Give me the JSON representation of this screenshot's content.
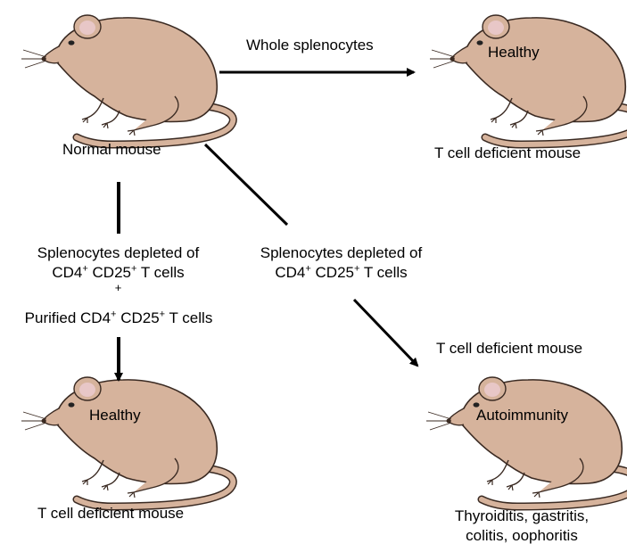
{
  "labels": {
    "normal_mouse": "Normal mouse",
    "whole_splenocytes": "Whole splenocytes",
    "tcell_deficient_top": "T cell deficient mouse",
    "tcell_deficient_bottom_left": "T cell deficient mouse",
    "tcell_deficient_bottom_right": "T cell deficient mouse"
  },
  "left_branch": {
    "line1": "Splenocytes depleted of",
    "line2_prefix": "CD4",
    "line2_mid": " CD25",
    "line2_suffix": " T cells",
    "plus": "+",
    "line4_prefix": "Purified CD4",
    "line4_mid": " CD25",
    "line4_suffix": " T cells"
  },
  "diagonal_branch": {
    "line1": "Splenocytes depleted of",
    "line2_prefix": "CD4",
    "line2_mid": " CD25",
    "line2_suffix": " T cells"
  },
  "sup_plus": "+",
  "mouse_states": {
    "top_right": "Healthy",
    "bottom_left": "Healthy",
    "bottom_right": "Autoimmunity"
  },
  "outcome": {
    "line1": "Thyroiditis, gastritis,",
    "line2": "colitis, oophoritis"
  },
  "colors": {
    "mouse_body": "#d6b39c",
    "mouse_outline": "#3a2a22",
    "ear_inner": "#e8c7c7",
    "arrow": "#000000"
  }
}
